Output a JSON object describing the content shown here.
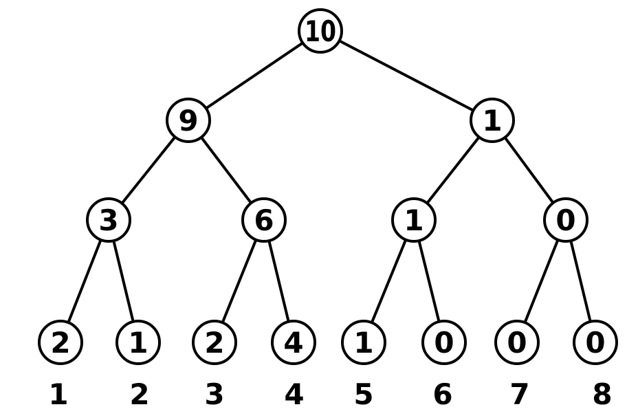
{
  "figure": {
    "type": "binary-tree-diagram",
    "background_color": "#ffffff",
    "edge_color": "#000000",
    "node_fill_color": "#ffffff",
    "node_stroke_color": "#000000",
    "text_color": "#000000"
  },
  "tree": {
    "nodes": [
      {
        "id": "root",
        "value": "10",
        "children": [
          "L",
          "R"
        ]
      },
      {
        "id": "L",
        "value": "9",
        "children": [
          "LL",
          "LR"
        ]
      },
      {
        "id": "R",
        "value": "1",
        "children": [
          "RL",
          "RR"
        ]
      },
      {
        "id": "LL",
        "value": "3",
        "children": [
          "LLL",
          "LLR"
        ]
      },
      {
        "id": "LR",
        "value": "6",
        "children": [
          "LRL",
          "LRR"
        ]
      },
      {
        "id": "RL",
        "value": "1",
        "children": [
          "RLL",
          "RLR"
        ]
      },
      {
        "id": "RR",
        "value": "0",
        "children": [
          "RRL",
          "RRR"
        ]
      },
      {
        "id": "LLL",
        "value": "2",
        "children": []
      },
      {
        "id": "LLR",
        "value": "1",
        "children": []
      },
      {
        "id": "LRL",
        "value": "2",
        "children": []
      },
      {
        "id": "LRR",
        "value": "4",
        "children": []
      },
      {
        "id": "RLL",
        "value": "1",
        "children": []
      },
      {
        "id": "RLR",
        "value": "0",
        "children": []
      },
      {
        "id": "RRL",
        "value": "0",
        "children": []
      },
      {
        "id": "RRR",
        "value": "0",
        "children": []
      }
    ],
    "leaf_index_labels": [
      "1",
      "2",
      "3",
      "4",
      "5",
      "6",
      "7",
      "8"
    ]
  }
}
